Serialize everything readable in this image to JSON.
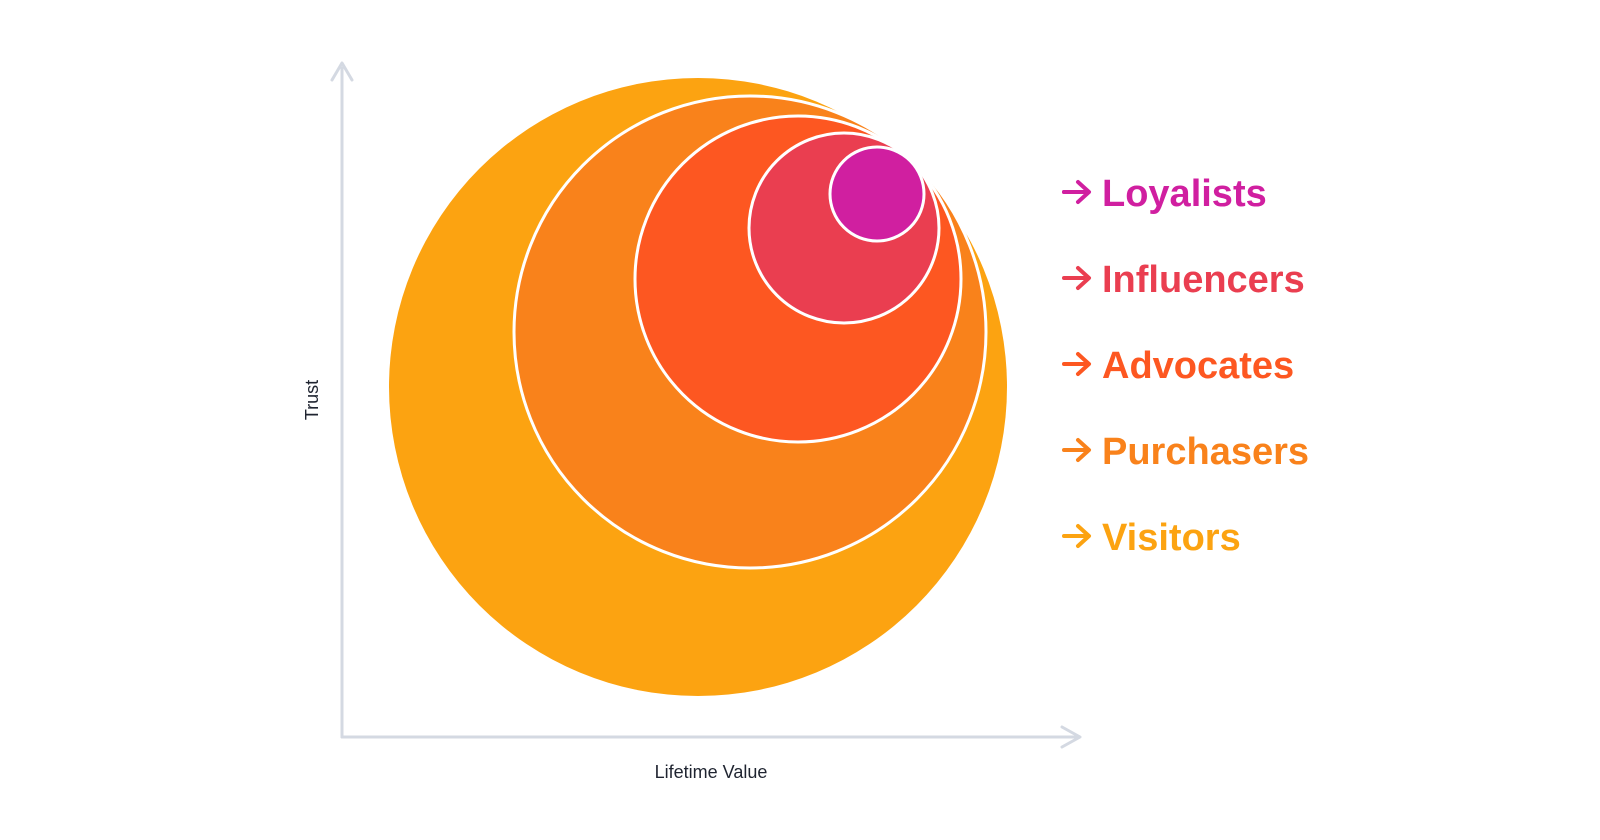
{
  "axes": {
    "x_label": "Lifetime Value",
    "y_label": "Trust"
  },
  "segments": [
    {
      "name": "Visitors",
      "color": "#fca311"
    },
    {
      "name": "Purchasers",
      "color": "#f9821b"
    },
    {
      "name": "Advocates",
      "color": "#fd5721"
    },
    {
      "name": "Influencers",
      "color": "#ea3e50"
    },
    {
      "name": "Loyalists",
      "color": "#d01fa0"
    }
  ],
  "legend_order": [
    "Loyalists",
    "Influencers",
    "Advocates",
    "Purchasers",
    "Visitors"
  ],
  "legend_arrow_icon": "arrow-right-icon",
  "colors": {
    "axis": "#d4d9e2",
    "label_text": "#1f2430"
  }
}
